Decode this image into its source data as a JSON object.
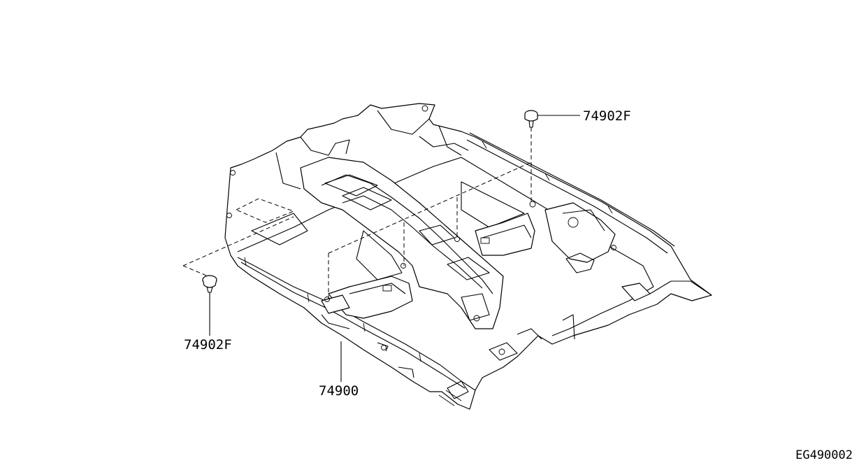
{
  "diagram": {
    "reference_code": "EG490002",
    "parts": [
      {
        "id": "clip-top",
        "label": "74902F"
      },
      {
        "id": "clip-left",
        "label": "74902F"
      },
      {
        "id": "floor-carpet",
        "label": "74900"
      }
    ]
  }
}
